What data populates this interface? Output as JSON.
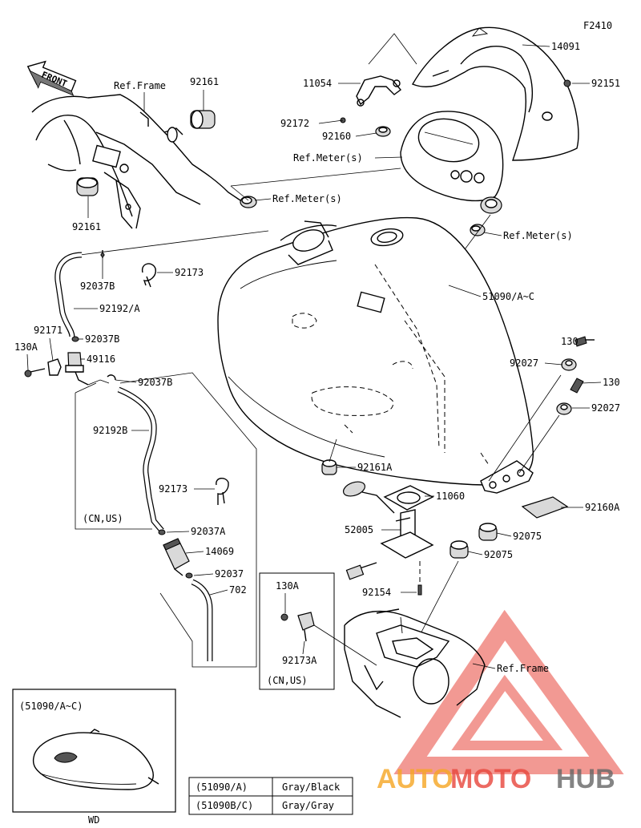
{
  "figure_code": "F2410",
  "front_label": "FRONT",
  "labels": {
    "ref_frame_top": "Ref.Frame",
    "p92161_top": "92161",
    "p92161_left": "92161",
    "p14091": "14091",
    "p11054": "11054",
    "p92151": "92151",
    "p92172": "92172",
    "p92160": "92160",
    "ref_meter_1": "Ref.Meter(s)",
    "ref_meter_2": "Ref.Meter(s)",
    "ref_meter_3": "Ref.Meter(s)",
    "p92037B_1": "92037B",
    "p92173_1": "92173",
    "p92192A": "92192/A",
    "p51090": "51090/A~C",
    "p92171": "92171",
    "p130A_1": "130A",
    "p92037B_2": "92037B",
    "p49116": "49116",
    "p92037B_3": "92037B",
    "p130_1": "130",
    "p92027_1": "92027",
    "p130_2": "130",
    "p92027_2": "92027",
    "p92192B": "92192B",
    "p92173_2": "92173",
    "cn_us_1": "(CN,US)",
    "p92037A": "92037A",
    "p14069": "14069",
    "p92037": "92037",
    "p702": "702",
    "p92161A": "92161A",
    "p11060": "11060",
    "p52005": "52005",
    "p92160A": "92160A",
    "p92075_1": "92075",
    "p92075_2": "92075",
    "p130A_2": "130A",
    "p92173A": "92173A",
    "cn_us_2": "(CN,US)",
    "p92154": "92154",
    "ref_frame_bottom": "Ref.Frame"
  },
  "inset": {
    "title": "(51090/A~C)",
    "caption": "WD"
  },
  "color_table": [
    {
      "code": "(51090/A)",
      "color": "Gray/Black"
    },
    {
      "code": "(51090B/C)",
      "color": "Gray/Gray"
    }
  ],
  "watermark": {
    "part1": "AUTO",
    "part2": "MOTO",
    "part3": "HUB",
    "color_orange": "#f6a623",
    "color_red": "#e8463c",
    "color_gray": "#666666"
  }
}
